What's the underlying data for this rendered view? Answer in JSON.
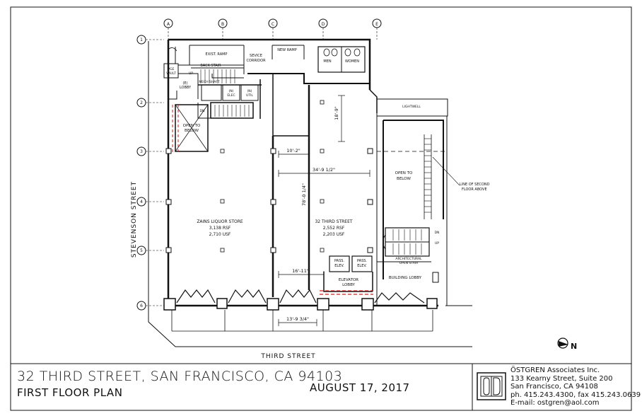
{
  "title_block": {
    "project": "32 THIRD STREET, SAN FRANCISCO, CA 94103",
    "sheet": "FIRST FLOOR PLAN",
    "date": "AUGUST 17, 2017",
    "firm": "ÖSTGREN Associates Inc.",
    "address_1": "133 Kearny Street, Suite 200",
    "address_2": "San Francisco, CA 94108",
    "phone": "ph. 415.243.4300, fax 415.243.0639",
    "email": "E-mail: ostgren@aol.com"
  },
  "grid": {
    "columns": [
      "A",
      "B",
      "C",
      "D",
      "E"
    ],
    "rows": [
      "1",
      "2",
      "3",
      "4",
      "5",
      "6"
    ]
  },
  "streets": {
    "west": "STEVENSON STREET",
    "south": "THIRD STREET"
  },
  "north_label": "N",
  "rooms": {
    "exist_ramp": "EXIST. RAMP",
    "service_corridor_1": "SEVICE",
    "service_corridor_2": "CORRIDOR",
    "new_ramp": "NEW RAMP",
    "men": "MEN",
    "women": "WOMEN",
    "back_stair": "BACK STAIR",
    "pge_vault_1": "PGE",
    "pge_vault_2": "VAULT",
    "e_lobby_1": "(E)",
    "e_lobby_2": "LOBBY",
    "mech_shaft": "MECH SHAFT",
    "n_elec_1": "(N)",
    "n_elec_2": "ELEC",
    "n_util_1": "(N)",
    "n_util_2": "UTIL",
    "open_below_1": "OPEN TO",
    "open_below_2": "BELOW",
    "zains_name": "ZAINS LIQUOR STORE",
    "zains_rsf": "3,138 RSF",
    "zains_usf": "2,710 USF",
    "third_name": "32 THIRD STREET",
    "third_rsf": "2,552 RSF",
    "third_usf": "2,203 USF",
    "pass_elev_1_a": "PASS.",
    "pass_elev_1_b": "ELEV.",
    "pass_elev_2_a": "PASS.",
    "pass_elev_2_b": "ELEV.",
    "elevator_lobby_1": "ELEVATOR",
    "elevator_lobby_2": "LOBBY",
    "building_lobby": "BUILDING LOBBY",
    "lightwell": "LIGHTWELL",
    "open_below_east_1": "OPEN TO",
    "open_below_east_2": "BELOW",
    "line_second_1": "LINE OF SECOND",
    "line_second_2": "FLOOR ABOVE",
    "arch_stair_1": "ARCHITECTURAL",
    "arch_stair_2": "OPEN STAIR",
    "up_1": "UP",
    "up_2": "UP",
    "dn_1": "DN",
    "dn_2": "DN"
  },
  "dimensions": {
    "d_18_9": "18'-9\"",
    "d_10_2": "10'-2\"",
    "d_34_9": "34'-9 1/2\"",
    "d_78_0": "78'-0 1/4\"",
    "d_16_11": "16'-11\"",
    "d_13_9": "13'-9 3/4\""
  },
  "colors": {
    "line": "#111111",
    "hidden_line": "#cc2222",
    "paper": "#ffffff"
  }
}
